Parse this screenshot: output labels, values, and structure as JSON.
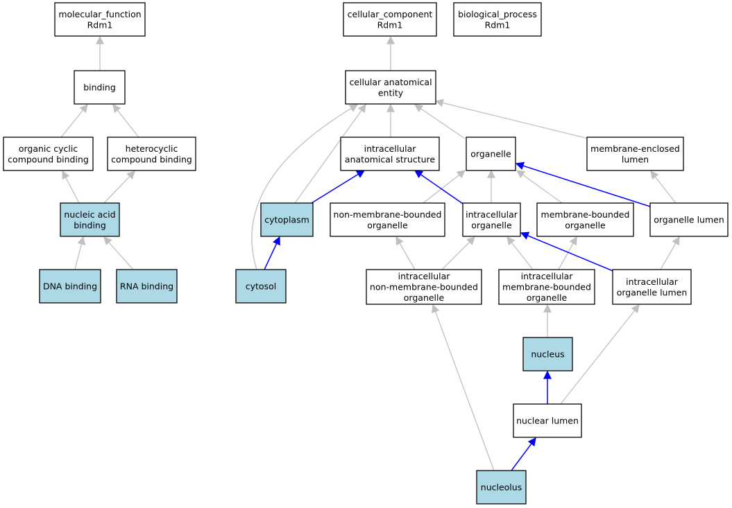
{
  "colors": {
    "node_fill": "#ffffff",
    "highlight_fill": "#add8e6",
    "edge_gray": "#c0c0c0",
    "edge_blue": "#0000ff",
    "node_border": "#000000"
  },
  "nodes": [
    {
      "id": "molecular_function",
      "lines": [
        "molecular_function",
        "Rdm1"
      ],
      "highlight": false
    },
    {
      "id": "binding",
      "lines": [
        "binding"
      ],
      "highlight": false
    },
    {
      "id": "organic_cyclic",
      "lines": [
        "organic cyclic",
        "compound binding"
      ],
      "highlight": false
    },
    {
      "id": "heterocyclic",
      "lines": [
        "heterocyclic",
        "compound binding"
      ],
      "highlight": false
    },
    {
      "id": "nucleic_acid",
      "lines": [
        "nucleic acid",
        "binding"
      ],
      "highlight": true
    },
    {
      "id": "dna_binding",
      "lines": [
        "DNA binding"
      ],
      "highlight": true
    },
    {
      "id": "rna_binding",
      "lines": [
        "RNA binding"
      ],
      "highlight": true
    },
    {
      "id": "cellular_component",
      "lines": [
        "cellular_component",
        "Rdm1"
      ],
      "highlight": false
    },
    {
      "id": "biological_process",
      "lines": [
        "biological_process",
        "Rdm1"
      ],
      "highlight": false
    },
    {
      "id": "cae",
      "lines": [
        "cellular anatomical",
        "entity"
      ],
      "highlight": false
    },
    {
      "id": "ias",
      "lines": [
        "intracellular",
        "anatomical structure"
      ],
      "highlight": false
    },
    {
      "id": "organelle",
      "lines": [
        "organelle"
      ],
      "highlight": false
    },
    {
      "id": "mel",
      "lines": [
        "membrane-enclosed",
        "lumen"
      ],
      "highlight": false
    },
    {
      "id": "cytoplasm",
      "lines": [
        "cytoplasm"
      ],
      "highlight": true
    },
    {
      "id": "nmbo",
      "lines": [
        "non-membrane-bounded",
        "organelle"
      ],
      "highlight": false
    },
    {
      "id": "io",
      "lines": [
        "intracellular",
        "organelle"
      ],
      "highlight": false
    },
    {
      "id": "mbo",
      "lines": [
        "membrane-bounded",
        "organelle"
      ],
      "highlight": false
    },
    {
      "id": "ol",
      "lines": [
        "organelle lumen"
      ],
      "highlight": false
    },
    {
      "id": "cytosol",
      "lines": [
        "cytosol"
      ],
      "highlight": true
    },
    {
      "id": "inmbo",
      "lines": [
        "intracellular",
        "non-membrane-bounded",
        "organelle"
      ],
      "highlight": false
    },
    {
      "id": "imbo",
      "lines": [
        "intracellular",
        "membrane-bounded",
        "organelle"
      ],
      "highlight": false
    },
    {
      "id": "iol",
      "lines": [
        "intracellular",
        "organelle lumen"
      ],
      "highlight": false
    },
    {
      "id": "nucleus",
      "lines": [
        "nucleus"
      ],
      "highlight": true
    },
    {
      "id": "nuclear_lumen",
      "lines": [
        "nuclear lumen"
      ],
      "highlight": false
    },
    {
      "id": "nucleolus",
      "lines": [
        "nucleolus"
      ],
      "highlight": true
    }
  ],
  "edges": [
    {
      "from": "binding",
      "to": "molecular_function",
      "color": "gray"
    },
    {
      "from": "organic_cyclic",
      "to": "binding",
      "color": "gray"
    },
    {
      "from": "heterocyclic",
      "to": "binding",
      "color": "gray"
    },
    {
      "from": "nucleic_acid",
      "to": "organic_cyclic",
      "color": "gray"
    },
    {
      "from": "nucleic_acid",
      "to": "heterocyclic",
      "color": "gray"
    },
    {
      "from": "dna_binding",
      "to": "nucleic_acid",
      "color": "gray"
    },
    {
      "from": "rna_binding",
      "to": "nucleic_acid",
      "color": "gray"
    },
    {
      "from": "cae",
      "to": "cellular_component",
      "color": "gray"
    },
    {
      "from": "ias",
      "to": "cae",
      "color": "gray"
    },
    {
      "from": "organelle",
      "to": "cae",
      "color": "gray"
    },
    {
      "from": "mel",
      "to": "cae",
      "color": "gray"
    },
    {
      "from": "cytoplasm",
      "to": "cae",
      "color": "gray"
    },
    {
      "from": "cytosol",
      "to": "cae",
      "color": "gray"
    },
    {
      "from": "cytoplasm",
      "to": "ias",
      "color": "blue"
    },
    {
      "from": "cytosol",
      "to": "cytoplasm",
      "color": "blue"
    },
    {
      "from": "nmbo",
      "to": "organelle",
      "color": "gray"
    },
    {
      "from": "io",
      "to": "organelle",
      "color": "gray"
    },
    {
      "from": "mbo",
      "to": "organelle",
      "color": "gray"
    },
    {
      "from": "ol",
      "to": "organelle",
      "color": "blue"
    },
    {
      "from": "io",
      "to": "ias",
      "color": "blue"
    },
    {
      "from": "ol",
      "to": "mel",
      "color": "gray"
    },
    {
      "from": "inmbo",
      "to": "nmbo",
      "color": "gray"
    },
    {
      "from": "inmbo",
      "to": "io",
      "color": "gray"
    },
    {
      "from": "imbo",
      "to": "io",
      "color": "gray"
    },
    {
      "from": "imbo",
      "to": "mbo",
      "color": "gray"
    },
    {
      "from": "iol",
      "to": "io",
      "color": "blue"
    },
    {
      "from": "iol",
      "to": "ol",
      "color": "gray"
    },
    {
      "from": "nucleus",
      "to": "imbo",
      "color": "gray"
    },
    {
      "from": "nuclear_lumen",
      "to": "nucleus",
      "color": "blue"
    },
    {
      "from": "nuclear_lumen",
      "to": "iol",
      "color": "gray"
    },
    {
      "from": "nucleolus",
      "to": "nuclear_lumen",
      "color": "blue"
    },
    {
      "from": "nucleolus",
      "to": "inmbo",
      "color": "gray"
    }
  ]
}
